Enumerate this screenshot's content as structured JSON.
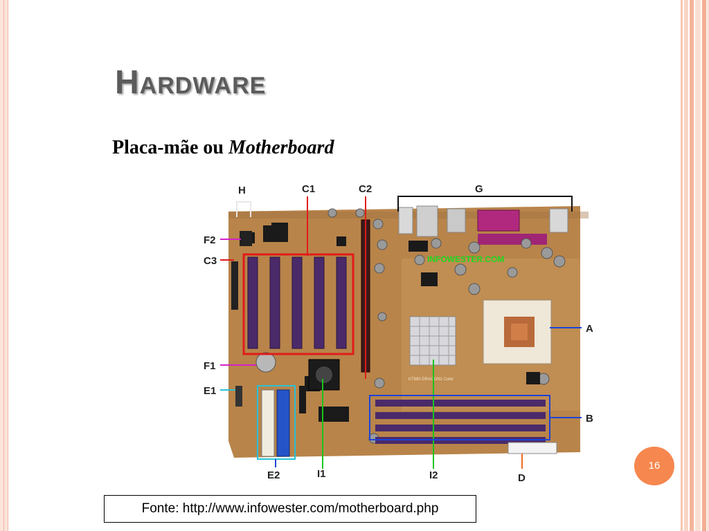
{
  "slide": {
    "title": "Hardware",
    "subtitle_normal": "Placa-mãe ou ",
    "subtitle_italic": "Motherboard",
    "caption": "Fonte: http://www.infowester.com/motherboard.php",
    "page_number": "16"
  },
  "figure": {
    "watermark": "INFOWESTER.COM",
    "chip_text": "KT880 DRAGON2 Color",
    "labels": {
      "A": "A",
      "B": "B",
      "C1": "C1",
      "C2": "C2",
      "C3": "C3",
      "D": "D",
      "E1": "E1",
      "E2": "E2",
      "F1": "F1",
      "F2": "F2",
      "G": "G",
      "H": "H",
      "I1": "I1",
      "I2": "I2"
    },
    "colors": {
      "pcb": "#b8844a",
      "red": "#e11b1b",
      "blue": "#1b44d8",
      "green": "#1bc41b",
      "cyan": "#27c2d6",
      "magenta": "#d322c9",
      "orange": "#f26b22",
      "purple": "#4b2a6a"
    }
  }
}
